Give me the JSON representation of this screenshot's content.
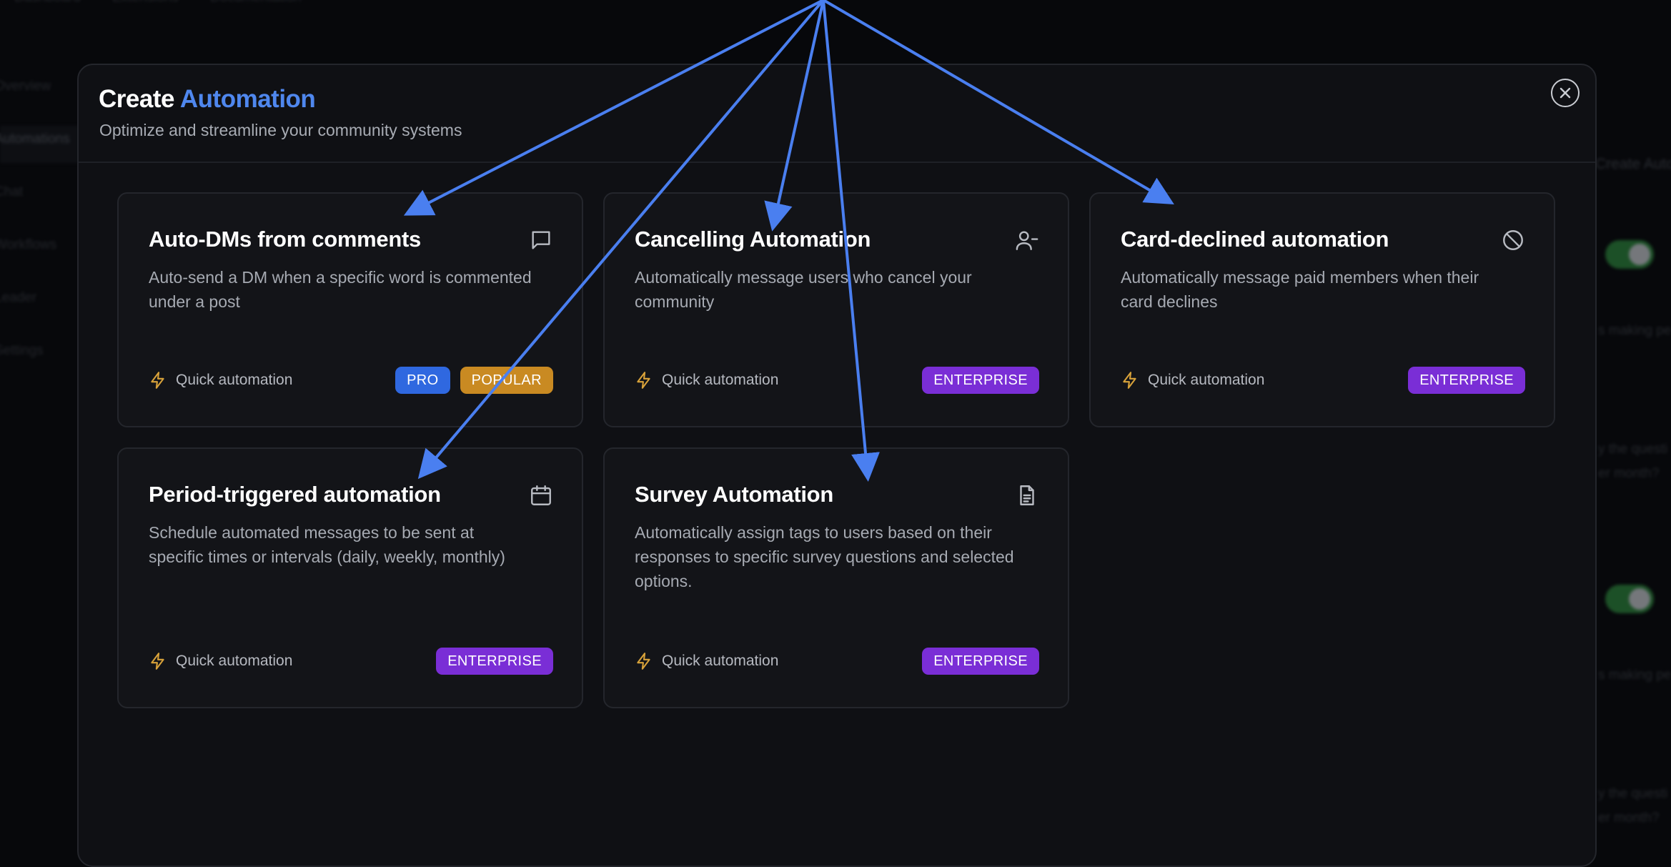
{
  "background": {
    "topnav": [
      "Dashboard",
      "Extensions",
      "Documentation"
    ],
    "sidebar": [
      "Overview",
      "Automations",
      "Chat",
      "Workflows",
      "Leader",
      "Settings"
    ],
    "right_panel": {
      "title": "Create Automa",
      "line1": "s making pe",
      "line2": "y the questi",
      "line3": "er month?"
    }
  },
  "modal": {
    "title_prefix": "Create",
    "title_accent": "Automation",
    "subtitle": "Optimize and streamline your community systems",
    "close_icon": "close-circle-icon"
  },
  "colors": {
    "accent": "#4f87ee",
    "pro": "#2f68e0",
    "popular": "#c98a22",
    "enterprise": "#7a2ed6",
    "bolt": "#d8a23a",
    "arrow": "#4a7ff0"
  },
  "cards": [
    {
      "title": "Auto-DMs from comments",
      "icon": "message-square-icon",
      "description": "Auto-send a DM when a specific word is commented under a post",
      "quick": "Quick automation",
      "badges": [
        "PRO",
        "POPULAR"
      ]
    },
    {
      "title": "Cancelling Automation",
      "icon": "user-minus-icon",
      "description": "Automatically message users who cancel your community",
      "quick": "Quick automation",
      "badges": [
        "ENTERPRISE"
      ]
    },
    {
      "title": "Card-declined automation",
      "icon": "ban-icon",
      "description": "Automatically message paid members when their card declines",
      "quick": "Quick automation",
      "badges": [
        "ENTERPRISE"
      ]
    },
    {
      "title": "Period-triggered automation",
      "icon": "calendar-icon",
      "description": "Schedule automated messages to be sent at specific times or intervals (daily, weekly, monthly)",
      "quick": "Quick automation",
      "badges": [
        "ENTERPRISE"
      ]
    },
    {
      "title": "Survey Automation",
      "icon": "file-text-icon",
      "description": "Automatically assign tags to users based on their responses to specific survey questions and selected options.",
      "quick": "Quick automation",
      "badges": [
        "ENTERPRISE"
      ]
    }
  ]
}
